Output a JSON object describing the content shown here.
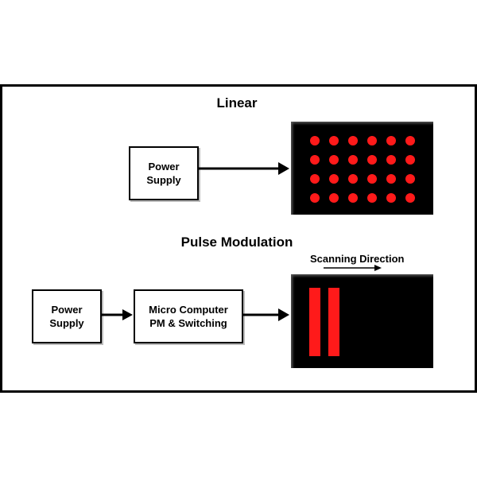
{
  "linear": {
    "heading": "Linear",
    "power_supply": {
      "line1": "Power",
      "line2": "Supply"
    },
    "led_grid": {
      "rows": 4,
      "cols": 6,
      "led_color": "#ff1a1a",
      "background": "#000000"
    }
  },
  "pulse_modulation": {
    "heading": "Pulse Modulation",
    "power_supply": {
      "line1": "Power",
      "line2": "Supply"
    },
    "controller": {
      "line1": "Micro Computer",
      "line2": "PM & Switching"
    },
    "scanning_caption": "Scanning Direction",
    "stripes": {
      "count": 2,
      "color": "#ff1a1a",
      "background": "#000000"
    }
  },
  "colors": {
    "border": "#000000",
    "led": "#ff1a1a",
    "panel": "#000000"
  }
}
